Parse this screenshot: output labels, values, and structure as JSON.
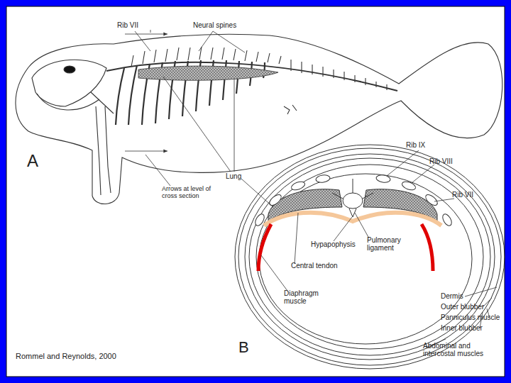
{
  "diagram": {
    "caption": "Rommel and Reynolds, 2000",
    "labels": [
      "Rib VII",
      "Neural spines",
      "A",
      "Lung",
      "Arrows at level of cross section",
      "Rib IX",
      "Rib VIII",
      "Rib VII",
      "Hypapophysis",
      "Pulmonary ligament",
      "Central tendon",
      "Diaphragm muscle",
      "Dermis",
      "Outer blubber",
      "Panniculus muscle",
      "Inner blubber",
      "Abdominal and intercostal muscles",
      "B"
    ]
  }
}
